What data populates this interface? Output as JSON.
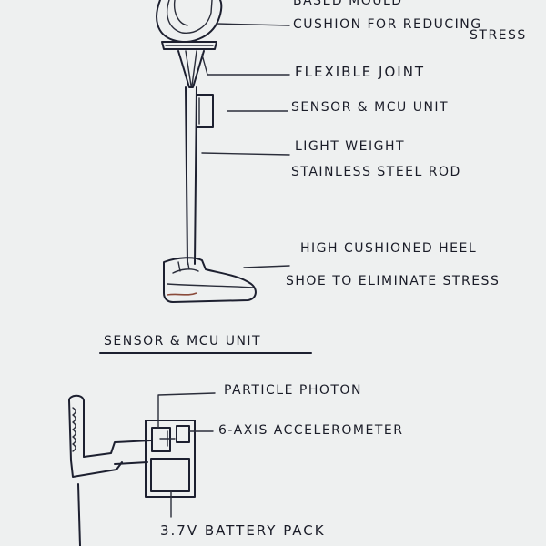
{
  "labels": {
    "mould_partial": "BASED MOULD",
    "cushion_line1": "CUSHION FOR REDUCING",
    "cushion_line2": "STRESS",
    "flexible_joint": "FLEXIBLE JOINT",
    "sensor_unit": "SENSOR & MCU UNIT",
    "rod_line1": "LIGHT WEIGHT",
    "rod_line2": "STAINLESS STEEL ROD",
    "shoe_line1": "HIGH CUSHIONED HEEL",
    "shoe_line2": "SHOE TO ELIMINATE STRESS",
    "section_title": "SENSOR & MCU UNIT",
    "particle_photon": "PARTICLE PHOTON",
    "accelerometer": "6-AXIS ACCELEROMETER",
    "battery": "3.7V BATTERY PACK"
  },
  "colors": {
    "paper": "#eef0f0",
    "ink": "#1d2030",
    "shoe_accent": "#8a4a3a"
  }
}
